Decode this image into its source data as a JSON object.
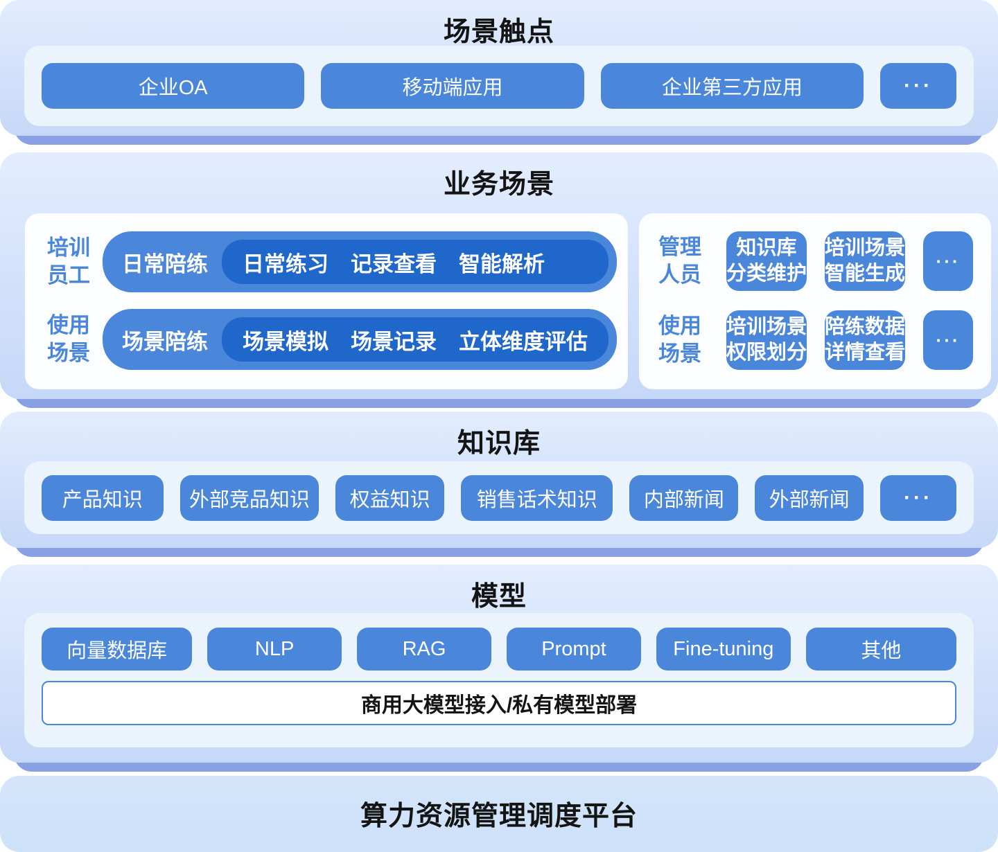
{
  "colors": {
    "card_bg_top": "#e3edfe",
    "card_bg_bottom": "#c6d8f8",
    "shadow_band": "#8aa0e4",
    "inner_panel": "#ebf3fd",
    "white_card": "#fcfdff",
    "button_blue": "#4a87da",
    "deep_pill_blue": "#1f67ca",
    "label_blue": "#4a87da",
    "title_text": "#141414"
  },
  "touchpoints": {
    "title": "场景触点",
    "buttons": [
      "企业OA",
      "移动端应用",
      "企业第三方应用"
    ],
    "more": "···"
  },
  "business": {
    "title": "业务场景",
    "trainee_card": {
      "label": [
        "培训",
        "员工",
        "使用",
        "场景"
      ],
      "rows": [
        {
          "pill": "日常陪练",
          "tags": [
            "日常练习",
            "记录查看",
            "智能解析"
          ]
        },
        {
          "pill": "场景陪练",
          "tags": [
            "场景模拟",
            "场景记录",
            "立体维度评估"
          ]
        }
      ]
    },
    "manager_card": {
      "label": [
        "管理",
        "人员",
        "使用",
        "场景"
      ],
      "rows": [
        {
          "buttons": [
            [
              "知识库",
              "分类维护"
            ],
            [
              "培训场景",
              "智能生成"
            ]
          ],
          "more": "···"
        },
        {
          "buttons": [
            [
              "培训场景",
              "权限划分"
            ],
            [
              "陪练数据",
              "详情查看"
            ]
          ],
          "more": "···"
        }
      ]
    }
  },
  "knowledge": {
    "title": "知识库",
    "buttons": [
      "产品知识",
      "外部竞品知识",
      "权益知识",
      "销售话术知识",
      "内部新闻",
      "外部新闻"
    ],
    "more": "···"
  },
  "model": {
    "title": "模型",
    "buttons": [
      "向量数据库",
      "NLP",
      "RAG",
      "Prompt",
      "Fine-tuning",
      "其他"
    ],
    "bar": "商用大模型接入/私有模型部署"
  },
  "platform": {
    "title": "算力资源管理调度平台"
  }
}
